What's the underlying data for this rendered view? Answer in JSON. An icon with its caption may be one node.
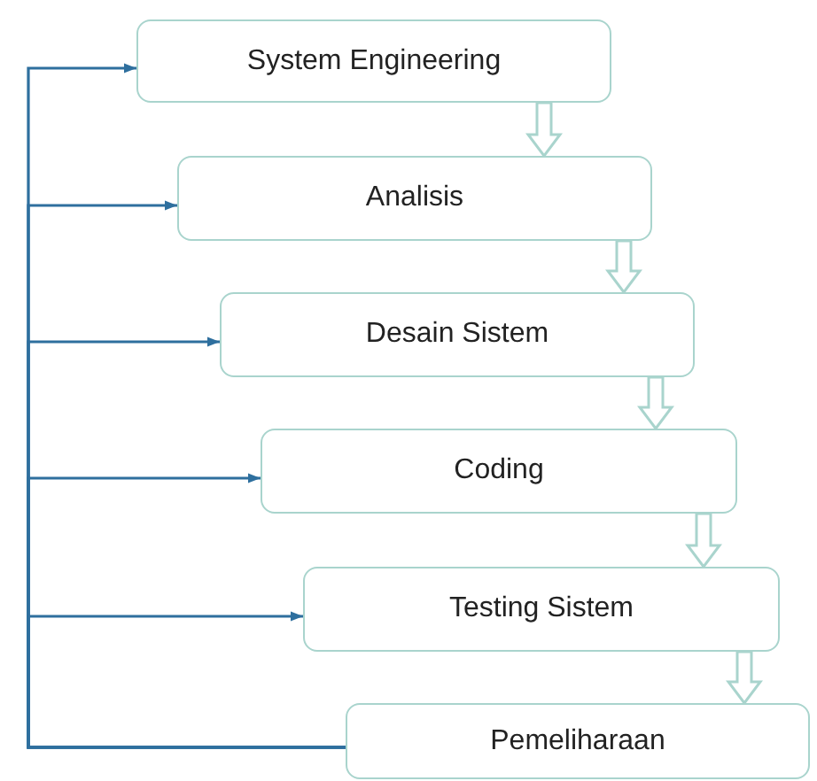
{
  "diagram": {
    "nodes": [
      {
        "text": [
          "System Engineering"
        ]
      },
      {
        "text": [
          "Analisis"
        ]
      },
      {
        "text": [
          "Desain Sistem"
        ]
      },
      {
        "text": [
          "Coding"
        ]
      },
      {
        "text": [
          "Testing Sistem"
        ]
      },
      {
        "text": [
          "Pemeliharaan"
        ]
      }
    ],
    "edges": [
      {
        "from": 0,
        "to": 1,
        "arrow": "to",
        "style": "thick",
        "color": "#a9d4cd"
      },
      {
        "from": 1,
        "to": 2,
        "arrow": "to",
        "style": "thick",
        "color": "#a9d4cd"
      },
      {
        "from": 2,
        "to": 3,
        "arrow": "to",
        "style": "thick",
        "color": "#a9d4cd"
      },
      {
        "from": 3,
        "to": 4,
        "arrow": "to",
        "style": "thick",
        "color": "#a9d4cd"
      },
      {
        "from": 4,
        "to": 5,
        "arrow": "to",
        "style": "thick",
        "color": "#a9d4cd"
      },
      {
        "from": 5,
        "to": 0,
        "arrow": "to"
      },
      {
        "from": 5,
        "to": 1,
        "arrow": "to"
      },
      {
        "from": 5,
        "to": 2,
        "arrow": "to"
      },
      {
        "from": 5,
        "to": 3,
        "arrow": "to"
      },
      {
        "from": 5,
        "to": 4,
        "arrow": "to"
      }
    ]
  }
}
